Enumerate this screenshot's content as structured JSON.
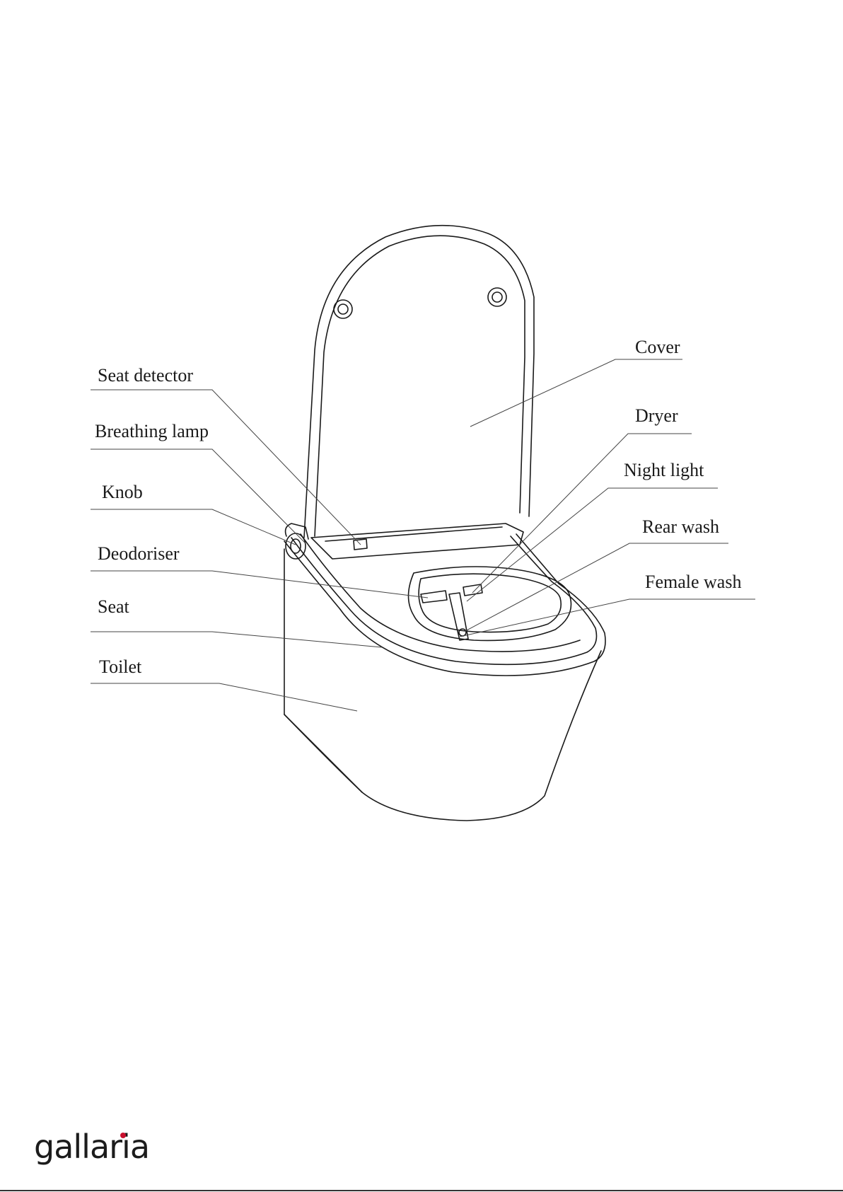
{
  "labels": {
    "cover": "Cover",
    "seat_detector": "Seat detector",
    "dryer": "Dryer",
    "breathing_lamp": "Breathing lamp",
    "night_light": "Night light",
    "knob": "Knob",
    "rear_wash": "Rear wash",
    "deodoriser": "Deodoriser",
    "female_wash": "Female wash",
    "seat": "Seat",
    "toilet": "Toilet"
  },
  "brand": {
    "name": "gallaria",
    "accent_color": "#c8102e"
  }
}
